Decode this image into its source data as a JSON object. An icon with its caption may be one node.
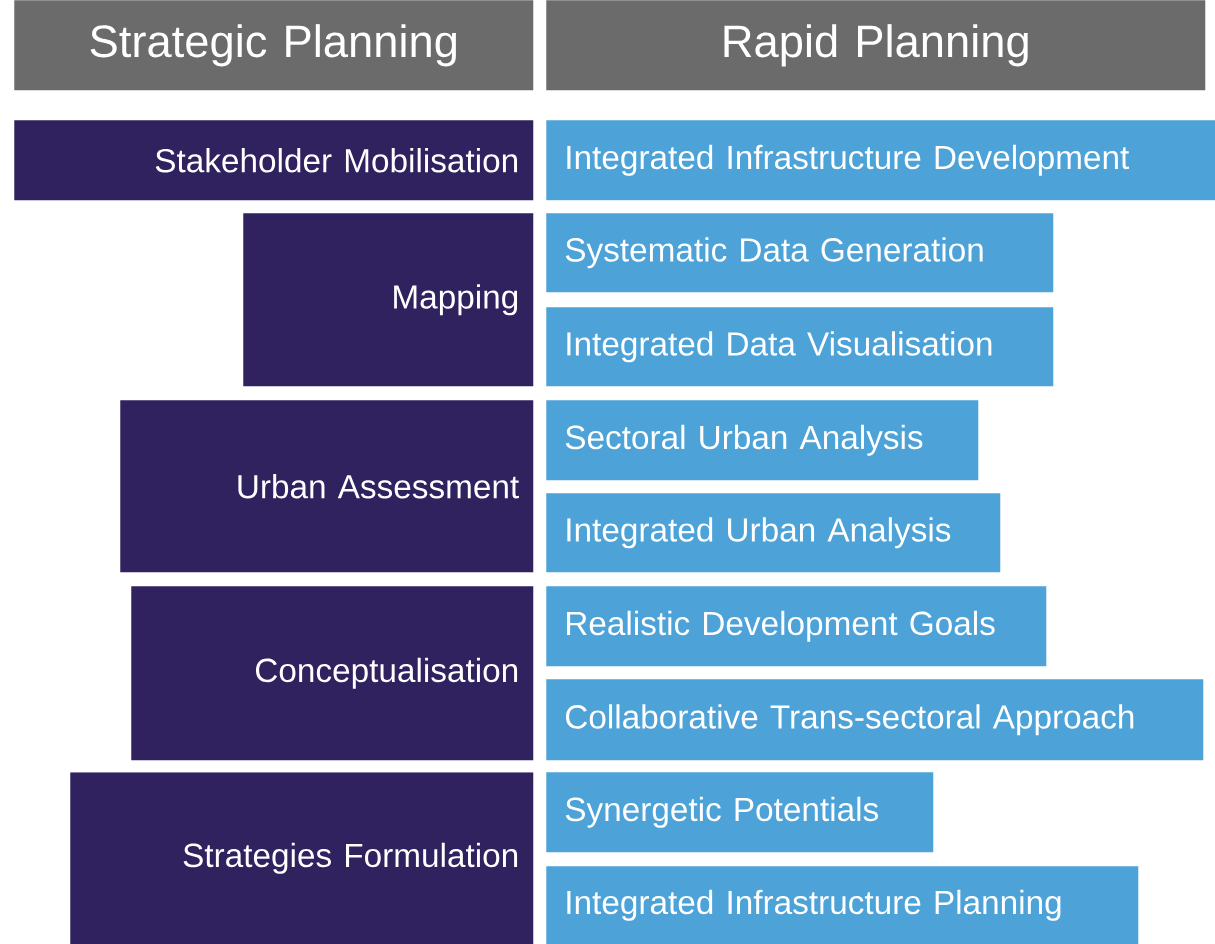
{
  "diagram": {
    "nodes": [
      {
        "text": [
          "Strategic Planning"
        ]
      },
      {
        "text": [
          "Rapid Planning"
        ]
      },
      {
        "text": [
          "Stakeholder Mobilisation"
        ]
      },
      {
        "text": [
          "Mapping"
        ]
      },
      {
        "text": [
          "Urban Assessment"
        ]
      },
      {
        "text": [
          "Conceptualisation"
        ]
      },
      {
        "text": [
          "Strategies Formulation"
        ]
      },
      {
        "text": [
          "Integrated Infrastructure Development"
        ]
      },
      {
        "text": [
          "Systematic Data Generation"
        ]
      },
      {
        "text": [
          "Integrated Data Visualisation"
        ]
      },
      {
        "text": [
          "Sectoral Urban Analysis"
        ]
      },
      {
        "text": [
          "Integrated Urban Analysis"
        ]
      },
      {
        "text": [
          "Realistic Development Goals"
        ]
      },
      {
        "text": [
          "Collaborative Trans-sectoral Approach"
        ]
      },
      {
        "text": [
          "Synergetic Potentials"
        ]
      },
      {
        "text": [
          "Integrated Infrastructure Planning"
        ]
      }
    ]
  }
}
